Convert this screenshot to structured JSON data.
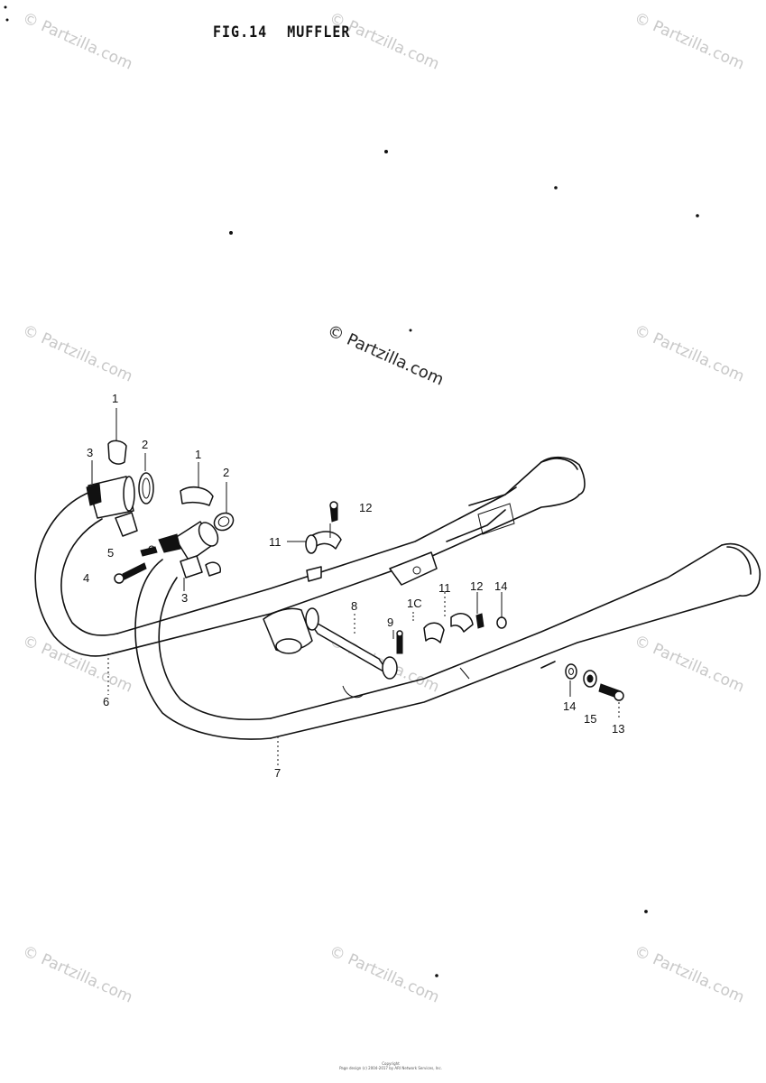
{
  "figure": {
    "number": "FIG.14",
    "name": "MUFFLER"
  },
  "watermark": {
    "text": "© Partzilla.com",
    "main_text": "© Partzilla.com"
  },
  "callouts": {
    "c1a": "1",
    "c2a": "2",
    "c3a": "3",
    "c1b": "1",
    "c2b": "2",
    "c12a": "12",
    "c11a": "11",
    "c5": "5",
    "c4": "4",
    "c3b": "3",
    "c8": "8",
    "c9": "9",
    "c10": "1C",
    "c11b": "11",
    "c12b": "12",
    "c14a": "14",
    "c6": "6",
    "c14b": "14",
    "c15": "15",
    "c13": "13",
    "c7": "7"
  },
  "footer": {
    "line1": "Copyright",
    "line2": "Page design (c) 2004-2017 by ARI Network Services, Inc."
  }
}
